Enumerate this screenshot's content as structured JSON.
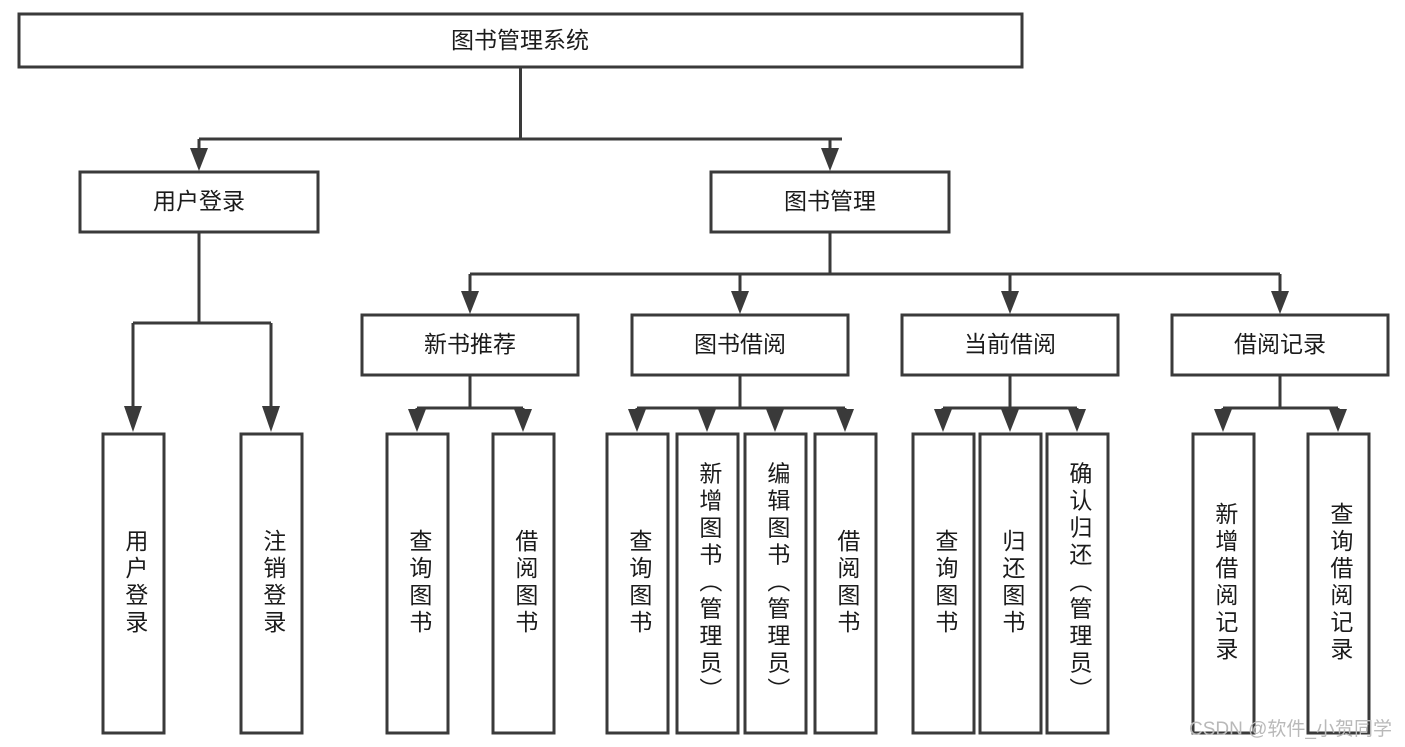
{
  "diagram": {
    "type": "tree-hierarchy-flowchart",
    "title": "图书管理系统",
    "root": {
      "id": "root",
      "label": "图书管理系统"
    },
    "level1": [
      {
        "id": "user-login",
        "label": "用户登录"
      },
      {
        "id": "book-manage",
        "label": "图书管理"
      }
    ],
    "level2": [
      {
        "id": "new-book-recommend",
        "label": "新书推荐",
        "parent": "book-manage"
      },
      {
        "id": "book-borrow",
        "label": "图书借阅",
        "parent": "book-manage"
      },
      {
        "id": "current-borrow",
        "label": "当前借阅",
        "parent": "book-manage"
      },
      {
        "id": "borrow-record",
        "label": "借阅记录",
        "parent": "book-manage"
      }
    ],
    "leaves": [
      {
        "id": "leaf-user-login",
        "label": "用户登录",
        "parent": "user-login"
      },
      {
        "id": "leaf-logout",
        "label": "注销登录",
        "parent": "user-login"
      },
      {
        "id": "leaf-query-book-1",
        "label": "查询图书",
        "parent": "new-book-recommend"
      },
      {
        "id": "leaf-borrow-book-1",
        "label": "借阅图书",
        "parent": "new-book-recommend"
      },
      {
        "id": "leaf-query-book-2",
        "label": "查询图书",
        "parent": "book-borrow"
      },
      {
        "id": "leaf-add-book",
        "label": "新增图书（管理员）",
        "parent": "book-borrow"
      },
      {
        "id": "leaf-edit-book",
        "label": "编辑图书（管理员）",
        "parent": "book-borrow"
      },
      {
        "id": "leaf-borrow-book-2",
        "label": "借阅图书",
        "parent": "book-borrow"
      },
      {
        "id": "leaf-query-book-3",
        "label": "查询图书",
        "parent": "current-borrow"
      },
      {
        "id": "leaf-return-book",
        "label": "归还图书",
        "parent": "current-borrow"
      },
      {
        "id": "leaf-confirm-return",
        "label": "确认归还（管理员）",
        "parent": "current-borrow"
      },
      {
        "id": "leaf-add-record",
        "label": "新增借阅记录",
        "parent": "borrow-record"
      },
      {
        "id": "leaf-query-record",
        "label": "查询借阅记录",
        "parent": "borrow-record"
      }
    ],
    "colors": {
      "stroke": "#3a3a3a",
      "fill": "#ffffff",
      "text": "#1b1b1b",
      "watermark": "#b9b9b9",
      "background": "#ffffff"
    }
  },
  "watermark": {
    "text": "CSDN @软件_小贺同学"
  }
}
